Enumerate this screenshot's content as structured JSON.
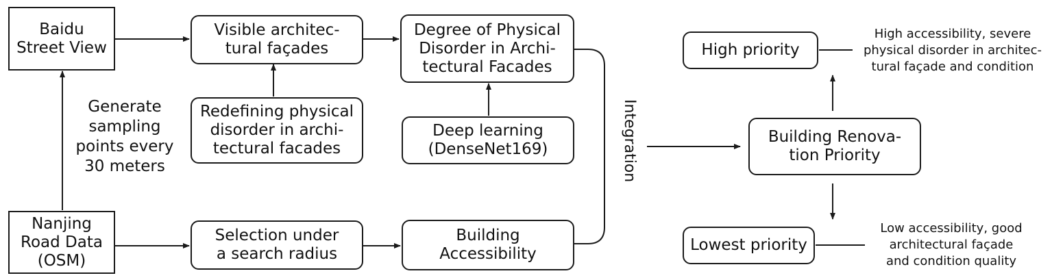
{
  "nodes": {
    "baidu": "Baidu\nStreet View",
    "visible": "Visible architec-\ntural façades",
    "degree": "Degree of Physical\nDisorder in Archi-\ntectural Facades",
    "redefining": "Redefining physical\ndisorder in archi-\ntectural facades",
    "deep": "Deep learning\n(DenseNet169)",
    "nanjing": "Nanjing\nRoad Data\n(OSM)",
    "selection": "Selection under\na search radius",
    "accessibility": "Building\nAccessibility",
    "priority": "Building Renova-\ntion Priority",
    "high": "High priority",
    "lowest": "Lowest priority"
  },
  "labels": {
    "generate": "Generate\nsampling\npoints every\n30 meters",
    "integration": "Integration",
    "high_note": "High accessibility, severe\nphysical disorder in architec-\ntural façade and condition",
    "low_note": "Low accessibility, good\narchitectural façade\nand condition quality"
  }
}
